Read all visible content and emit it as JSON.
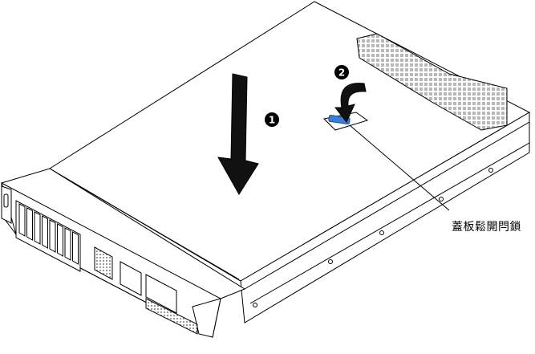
{
  "callout": {
    "label": "蓋板鬆開閂鎖"
  },
  "steps": [
    {
      "number": "1"
    },
    {
      "number": "2"
    }
  ],
  "colors": {
    "line": "#000000",
    "latch": "#3a7fd6",
    "vent": "#bdbdbd",
    "arrow": "#000000"
  }
}
